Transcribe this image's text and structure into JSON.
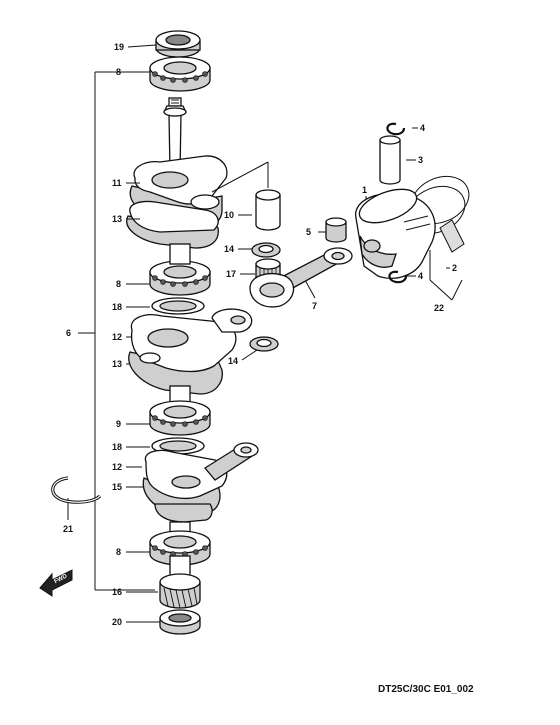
{
  "diagram": {
    "drawing_code": "DT25C/30C E01_002",
    "direction_badge": "FWD",
    "callouts": [
      "19",
      "8",
      "11",
      "13",
      "10",
      "14",
      "8",
      "17",
      "18",
      "12",
      "13",
      "14",
      "9",
      "18",
      "12",
      "15",
      "21",
      "8",
      "16",
      "20",
      "6",
      "1",
      "2",
      "3",
      "4",
      "4",
      "5",
      "7",
      "22"
    ]
  }
}
